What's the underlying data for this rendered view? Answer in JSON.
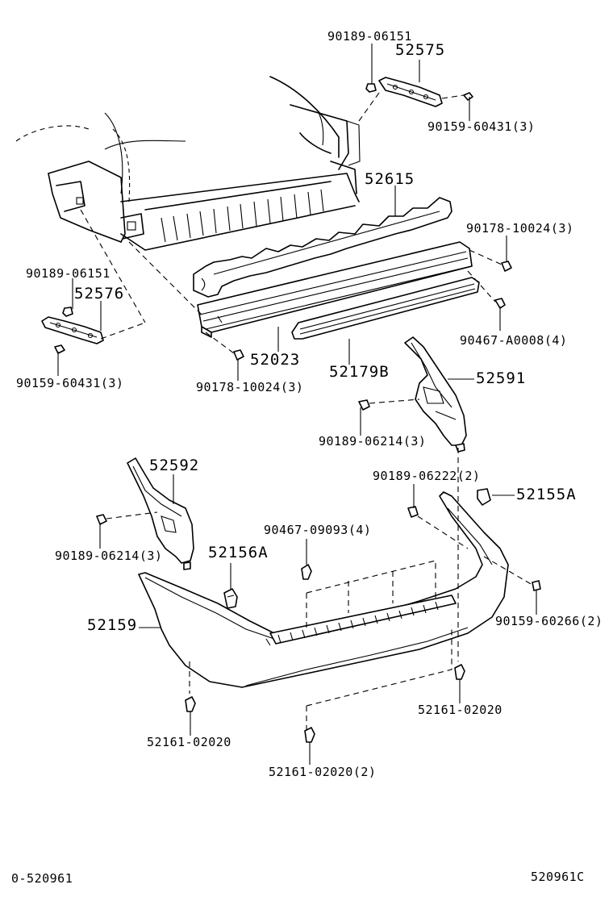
{
  "diagram": {
    "labels": {
      "p90189_06151_top": "90189-06151",
      "p52575": "52575",
      "p90159_60431_top": "90159-60431(3)",
      "p52615": "52615",
      "p90178_10024_right": "90178-10024(3)",
      "p90189_06151_left": "90189-06151",
      "p52576": "52576",
      "p90467_A0008": "90467-A0008(4)",
      "p52023": "52023",
      "p52179B": "52179B",
      "p90159_60431_left": "90159-60431(3)",
      "p90178_10024_bottom": "90178-10024(3)",
      "p52591": "52591",
      "p90189_06214_right": "90189-06214(3)",
      "p90189_06222": "90189-06222(2)",
      "p52155A": "52155A",
      "p52592": "52592",
      "p90467_09093": "90467-09093(4)",
      "p52156A": "52156A",
      "p90189_06214_left": "90189-06214(3)",
      "p52159": "52159",
      "p90159_60266": "90159-60266(2)",
      "p52161_02020_right": "52161-02020",
      "p52161_02020_left": "52161-02020",
      "p52161_02020_bottom": "52161-02020(2)",
      "footer_left": "0-520961",
      "footer_right": "520961C"
    }
  }
}
